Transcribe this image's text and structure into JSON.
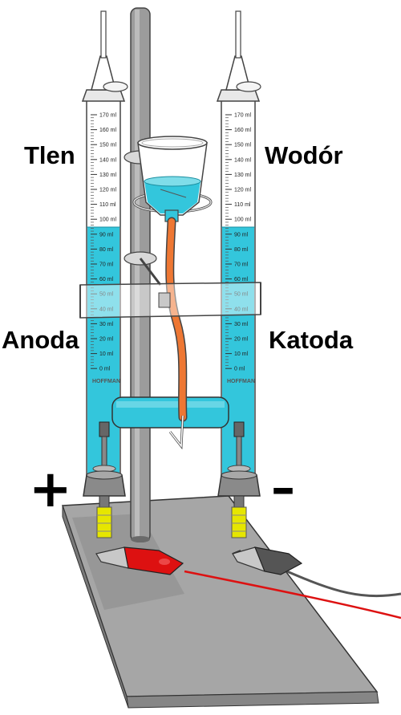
{
  "labels": {
    "oxygen": "Tlen",
    "hydrogen": "Wodór",
    "anode": "Anoda",
    "cathode": "Katoda",
    "plus": "+",
    "minus": "–"
  },
  "tube": {
    "brand": "HOFFMAN",
    "scale": [
      "170 ml",
      "160 ml",
      "150 ml",
      "140 ml",
      "130 ml",
      "120 ml",
      "110 ml",
      "100 ml",
      "90 ml",
      "80 ml",
      "70 ml",
      "60 ml",
      "50 ml",
      "40 ml",
      "30 ml",
      "20 ml",
      "10 ml",
      "0 ml"
    ]
  },
  "colors": {
    "water": "#33c6dc",
    "water_light": "#7fdde9",
    "stand": "#9a9a9a",
    "base": "#a4a4a4",
    "tubing": "#ee7733",
    "red_wire": "#dd1111",
    "black_wire": "#555555"
  }
}
